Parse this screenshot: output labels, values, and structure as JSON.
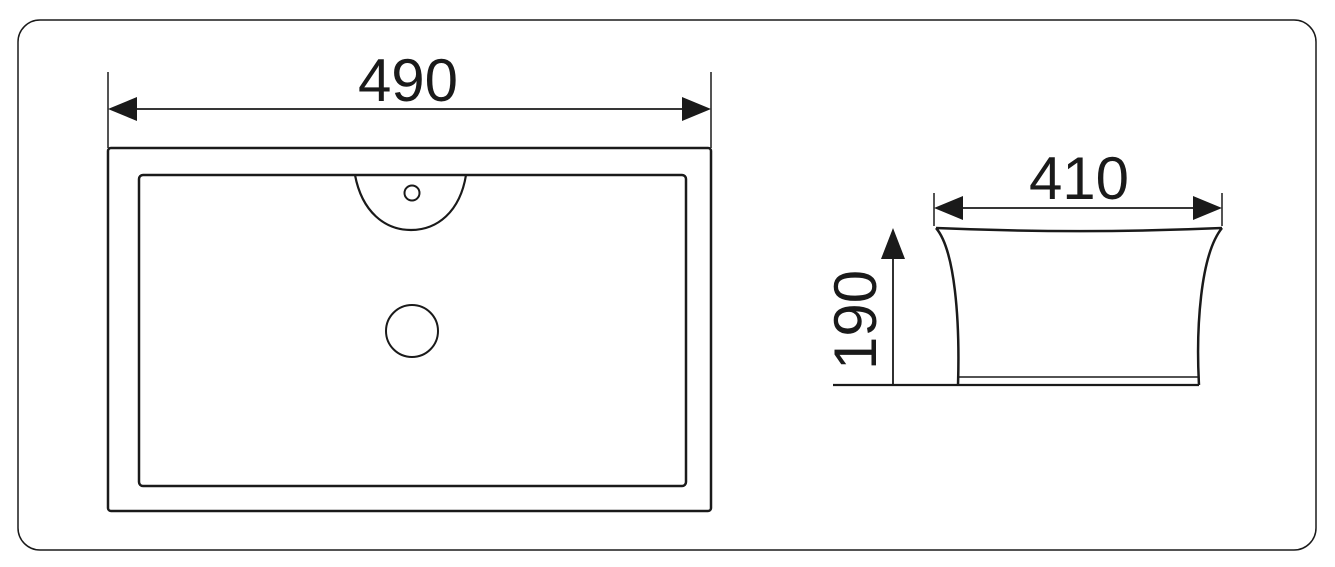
{
  "dimensions": {
    "top_width": "490",
    "side_width": "410",
    "side_height": "190"
  },
  "colors": {
    "line": "#1a1a1a",
    "background": "#ffffff"
  }
}
